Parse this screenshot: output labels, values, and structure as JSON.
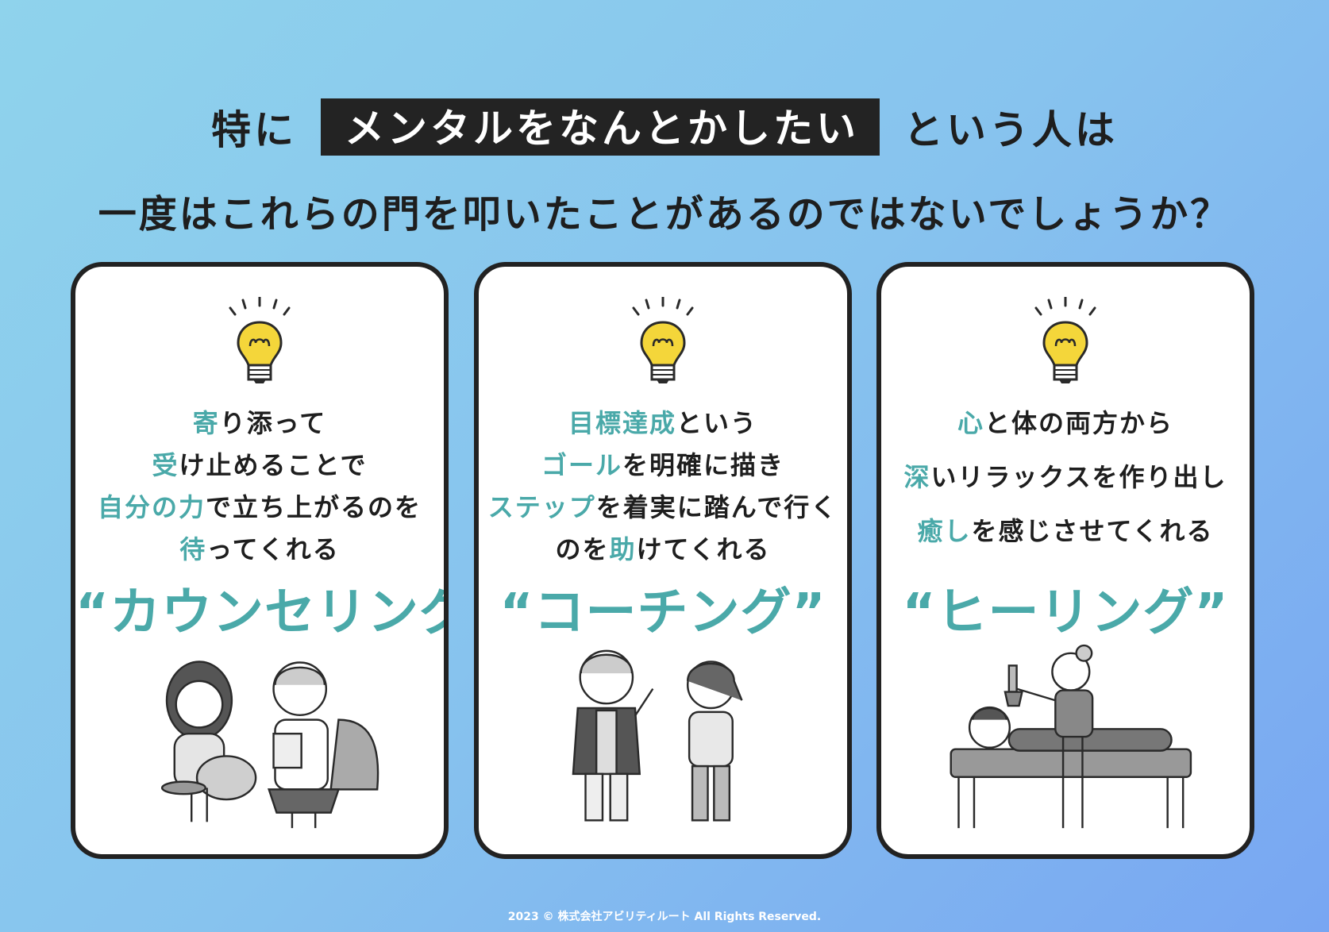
{
  "title": {
    "prefix": "特に",
    "highlight": "メンタルをなんとかしたい",
    "suffix": "という人は",
    "line2": "一度はこれらの門を叩いたことがあるのではないでしょうか？"
  },
  "cards": [
    {
      "lines": [
        {
          "acc": "寄",
          "rest": "り添って"
        },
        {
          "acc": "受",
          "rest": "け止めることで"
        },
        {
          "acc": "自分の力",
          "rest": "で立ち上がるのを"
        },
        {
          "acc": "待",
          "rest": "ってくれる"
        }
      ],
      "term": "“カウンセリング”"
    },
    {
      "lines": [
        {
          "acc": "目標達成",
          "rest": "という"
        },
        {
          "acc": "ゴール",
          "rest": "を明確に描き"
        },
        {
          "acc": "ステップ",
          "rest": "を着実に踏んで行く"
        },
        {
          "pre": "のを",
          "acc": "助",
          "rest": "けてくれる"
        }
      ],
      "term": "“コーチング”"
    },
    {
      "lines": [
        {
          "acc": "心",
          "rest": "と体の両方から"
        },
        {
          "acc": "深",
          "rest": "いリラックスを作り出し"
        },
        {
          "acc": "癒し",
          "rest": "を感じさせてくれる"
        }
      ],
      "term": "“ヒーリング”"
    }
  ],
  "footer": "2023 © 株式会社アビリティルート All Rights Reserved.",
  "colors": {
    "accent": "#4aa9a9",
    "bulb": "#f4d63a",
    "dark": "#222222"
  }
}
